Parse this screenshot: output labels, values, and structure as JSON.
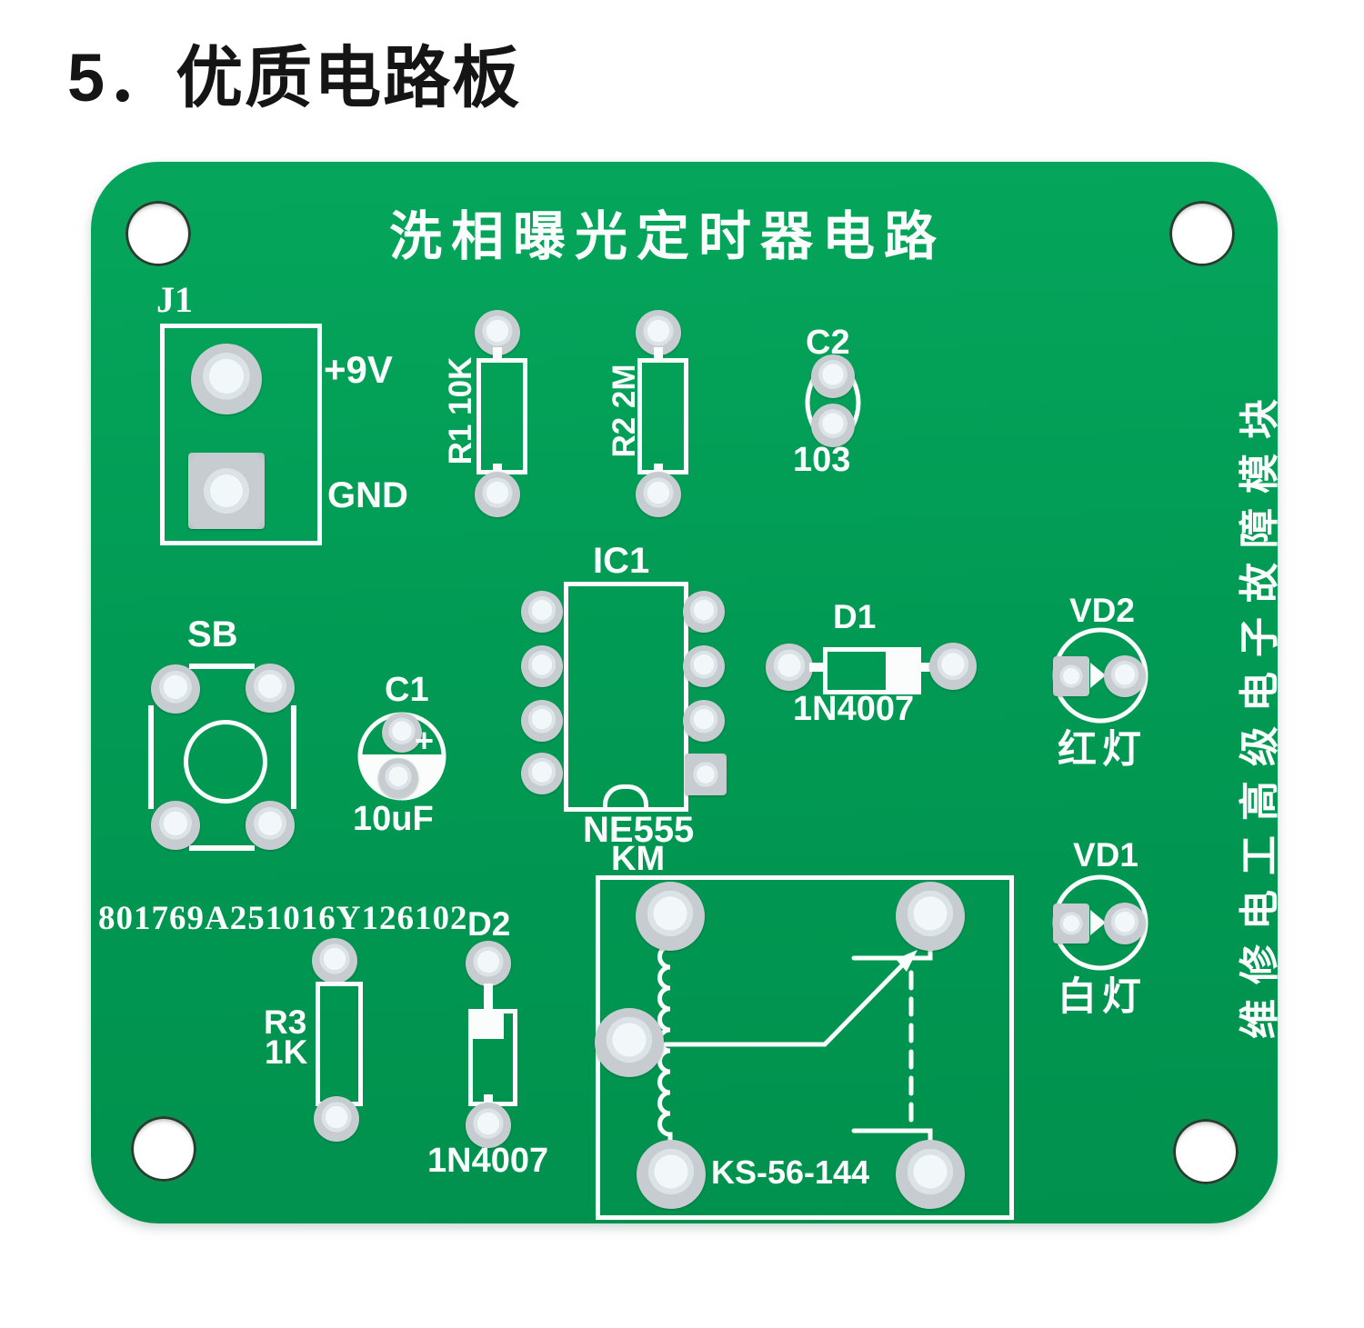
{
  "page": {
    "heading": "5．优质电路板"
  },
  "board": {
    "title": "洗相曝光定时器电路",
    "side_text": "维修电工高级电子故障模块",
    "serial": "801769A251016Y126102",
    "colors": {
      "pcb_green": "#019a54",
      "silkscreen": "#fafdfb",
      "pad_silver": "#c6ccd0",
      "hole_white": "#ffffff"
    },
    "components": {
      "j1": {
        "ref": "J1",
        "pin_pos": "+9V",
        "pin_gnd": "GND"
      },
      "r1": {
        "label": "R1 10K"
      },
      "r2": {
        "label": "R2 2M"
      },
      "r3": {
        "ref": "R3",
        "value": "1K"
      },
      "c1": {
        "ref": "C1",
        "value": "10uF",
        "polarity": "+"
      },
      "c2": {
        "ref": "C2",
        "value": "103"
      },
      "ic1": {
        "ref": "IC1",
        "part": "NE555"
      },
      "d1": {
        "ref": "D1",
        "part": "1N4007"
      },
      "d2": {
        "ref": "D2",
        "part": "1N4007"
      },
      "vd2": {
        "ref": "VD2",
        "name": "红灯"
      },
      "vd1": {
        "ref": "VD1",
        "name": "白灯"
      },
      "sb": {
        "ref": "SB"
      },
      "km": {
        "ref": "KM",
        "part": "KS-56-144"
      }
    }
  }
}
